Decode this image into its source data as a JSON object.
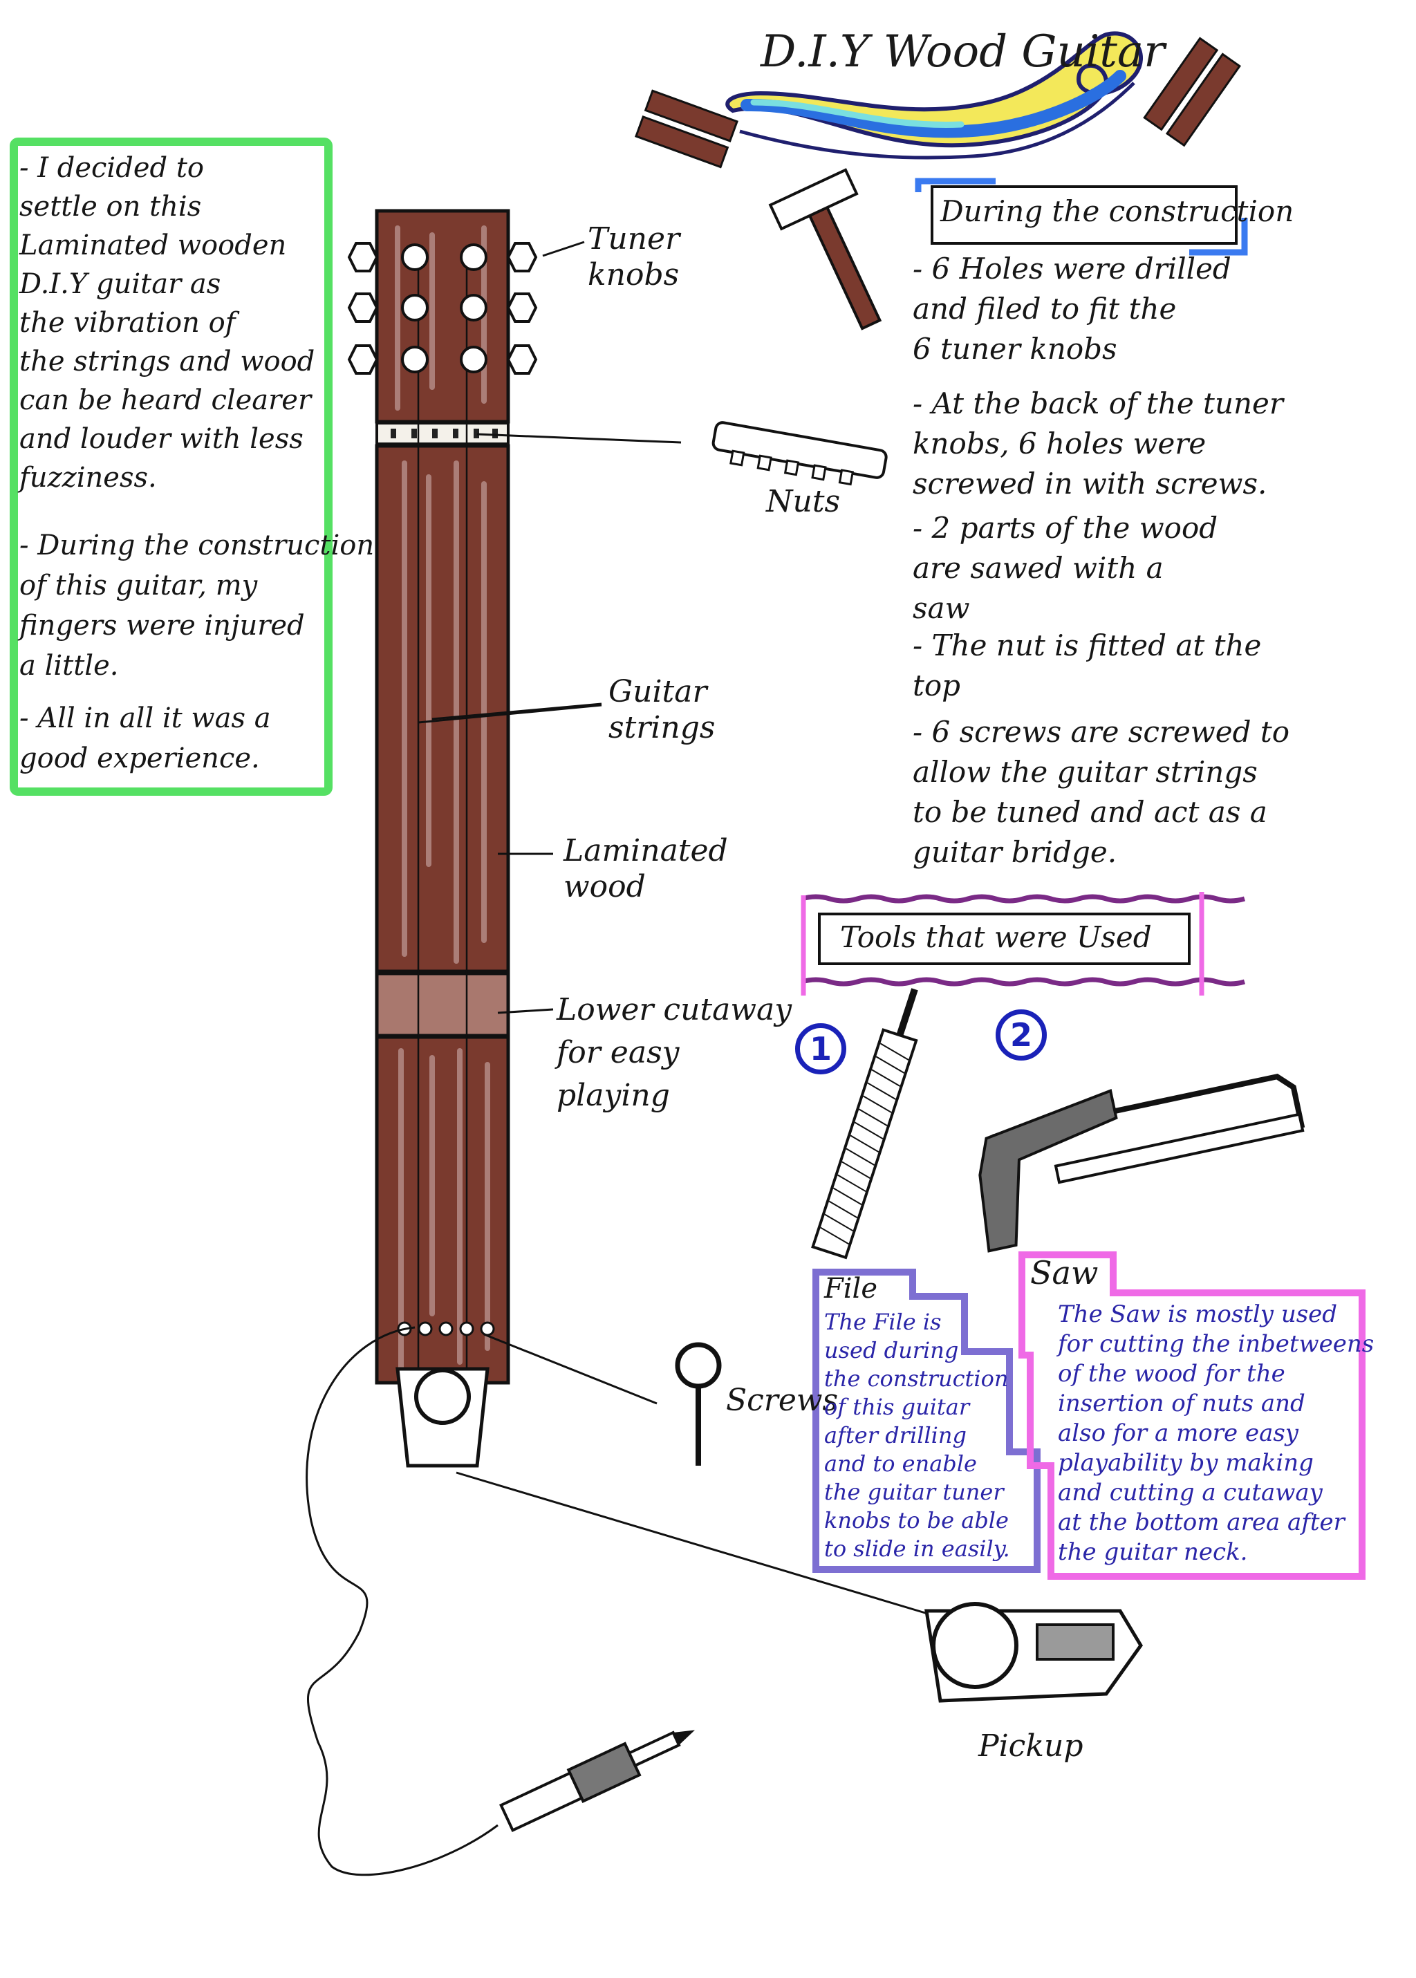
{
  "title": "D.I.Y Wood Guitar",
  "left_notes": {
    "items": [
      "- I decided to\nsettle on this\nLaminated wooden\nD.I.Y guitar as\nthe vibration of\nthe strings and wood\ncan be heard clearer\nand louder with less\nfuzziness.",
      "- During the construction\nof this guitar, my\nfingers were injured\na little.",
      "- All in all it was a\ngood experience."
    ]
  },
  "labels": {
    "tuner_knobs": "Tuner\nknobs",
    "nuts": "Nuts",
    "guitar_strings": "Guitar\nstrings",
    "laminated_wood": "Laminated\nwood",
    "lower_cutaway": "Lower cutaway\nfor easy\nplaying",
    "screws": "Screws",
    "pickup": "Pickup"
  },
  "construction": {
    "heading": "During the construction",
    "steps": [
      "- 6 Holes were drilled\nand filed to fit the\n6 tuner knobs",
      "- At the back of the tuner\nknobs, 6 holes were\nscrewed in with screws.",
      "- 2 parts of the wood\nare sawed with a\nsaw",
      "- The nut is fitted at the\ntop",
      "- 6 screws are screwed to\nallow the guitar strings\nto be tuned and act as a\nguitar bridge."
    ]
  },
  "tools": {
    "heading": "Tools that were Used",
    "numbers": [
      "1",
      "2"
    ],
    "file": {
      "title": "File",
      "text": "The File is\nused during\nthe construction\nof this guitar\nafter drilling\nand to enable\nthe guitar tuner\nknobs to be able\nto slide in easily."
    },
    "saw": {
      "title": "Saw",
      "text": "The Saw is mostly used\nfor cutting the inbetweens\nof the wood for the\ninsertion of nuts and\nalso for a more easy\nplayability by making\nand cutting a cutaway\nat the bottom area after\nthe guitar neck."
    }
  },
  "colors": {
    "wood": "#7a3a2e",
    "green_frame": "#55e063",
    "purple_frame": "#7d6fd2",
    "pink_frame": "#ef6ae6",
    "violet_banner": "#7a2a86",
    "ink_blue": "#2a25a8"
  }
}
